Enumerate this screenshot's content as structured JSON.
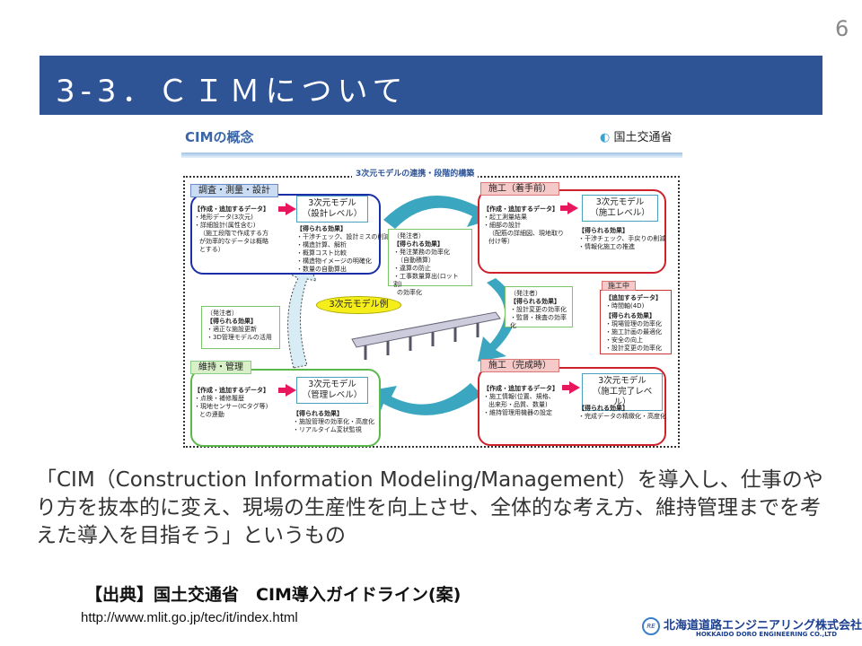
{
  "page_number": "6",
  "title": "3-3．ＣＩＭについて",
  "diagram": {
    "heading": "CIMの概念",
    "ministry": "国土交通省",
    "band_title": "3次元モデルの連携・段階的構築",
    "design": {
      "tab": "調査・測量・設計",
      "data_head": "【作成・追加するデータ】",
      "data_items": [
        "・地形データ(3次元)",
        "・詳細設計(属性含む)",
        "（施工段階で作成する方",
        "が効率的なデータは概略",
        "とする）"
      ],
      "model": [
        "3次元モデル",
        "（設計レベル）"
      ],
      "effect_head": "【得られる効果】",
      "effects": [
        "・干渉チェック、設計ミスの削減",
        "・構造計算、解析",
        "・概算コスト比較",
        "・構造物イメージの明確化",
        "・数量の自動算出"
      ]
    },
    "pre": {
      "tab": "施工（着手前）",
      "data_head": "【作成・追加するデータ】",
      "data_items": [
        "・起工測量結果",
        "・細部の設計",
        "（配筋の詳細図、現地取り",
        "付け等）"
      ],
      "model": [
        "3次元モデル",
        "（施工レベル）"
      ],
      "effect_head": "【得られる効果】",
      "effects": [
        "・干渉チェック、手戻りの削減",
        "・情報化施工の推進"
      ]
    },
    "orderer1": {
      "who": "（発注者）",
      "head": "【得られる効果】",
      "items": [
        "・発注業務の効率化",
        "（自動積算）",
        "・違算の防止",
        "・工事数量算出(ロット割)",
        "の効率化"
      ]
    },
    "orderer2": {
      "who": "（発注者）",
      "head": "【得られる効果】",
      "items": [
        "・設計変更の効率化",
        "・監督・検査の効率化"
      ]
    },
    "orderer3": {
      "who": "（発注者）",
      "head": "【得られる効果】",
      "items": [
        "・適正な施設更新",
        "・3D管理モデルの活用"
      ]
    },
    "during": {
      "tab": "施工中",
      "data_head": "【追加するデータ】",
      "data_items": [
        "・時間軸(4D)"
      ],
      "effect_head": "【得られる効果】",
      "effects": [
        "・現場管理の効率化",
        "・施工計画の最適化",
        "・安全の向上",
        "・設計変更の効率化"
      ]
    },
    "example": "3次元モデル例",
    "maint": {
      "tab": "維持・管理",
      "data_head": "【作成・追加するデータ】",
      "data_items": [
        "・点検・補修履歴",
        "・現地センサー(ICタグ等)",
        "との連動"
      ],
      "model": [
        "3次元モデル",
        "（管理レベル）"
      ],
      "effect_head": "【得られる効果】",
      "effects": [
        "・施設管理の効率化・高度化",
        "・リアルタイム変状監視"
      ]
    },
    "done": {
      "tab": "施工（完成時）",
      "data_head": "【作成・追加するデータ】",
      "data_items": [
        "・施工情報(位置、規格、",
        "出来形・品質、数量)",
        "・維持管理用機器の設定"
      ],
      "model": [
        "3次元モデル",
        "（施工完了レベル）"
      ],
      "effect_head": "【得られる効果】",
      "effects": [
        "・完成データの精緻化・高度化"
      ]
    }
  },
  "body_text": "「CIM（Construction Information Modeling/Management）を導入し、仕事のやり方を抜本的に変え、現場の生産性を向上させ、全体的な考え方、維持管理までを考えた導入を目指そう」というもの",
  "source": "【出典】国土交通省　CIM導入ガイドライン(案)",
  "url": "http://www.mlit.go.jp/tec/it/index.html",
  "logo": {
    "mark": "RE",
    "jp": "北海道道路エンジニアリング株式会社",
    "en": "HOKKAIDO DORO ENGINEERING CO.,LTD"
  },
  "colors": {
    "title_bar": "#2e5496",
    "design": "#1a2fa8",
    "construction": "#d0212a",
    "maintenance": "#5cb84a",
    "arrow": "#3aa6bf"
  }
}
